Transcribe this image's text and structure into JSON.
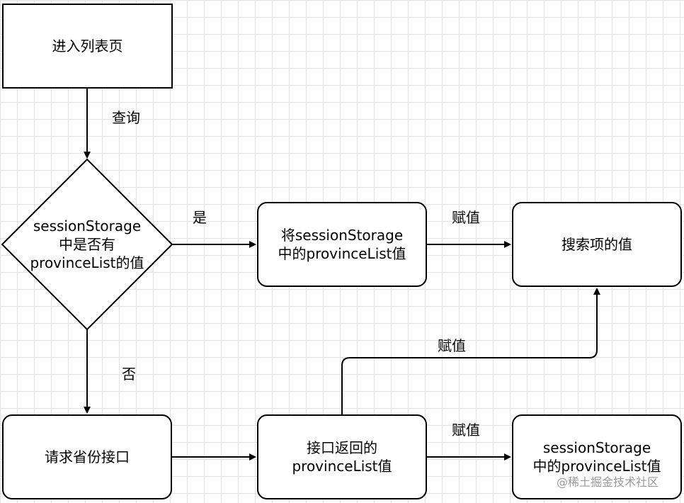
{
  "nodes": {
    "enter_list": "进入列表页",
    "decision": [
      "sessionStorage",
      "中是否有",
      "provinceList的值"
    ],
    "take_session": [
      "将sessionStorage",
      "中的provinceList值"
    ],
    "search_value": "搜索项的值",
    "request_province": "请求省份接口",
    "api_return": [
      "接口返回的",
      "provinceList值"
    ],
    "session_value": [
      "sessionStorage",
      "中的provinceList值"
    ]
  },
  "edges": {
    "query": "查询",
    "yes": "是",
    "no": "否",
    "assign_top": "赋值",
    "assign_middle": "赋值",
    "assign_bottom": "赋值"
  },
  "watermark": "@稀土掘金技术社区"
}
